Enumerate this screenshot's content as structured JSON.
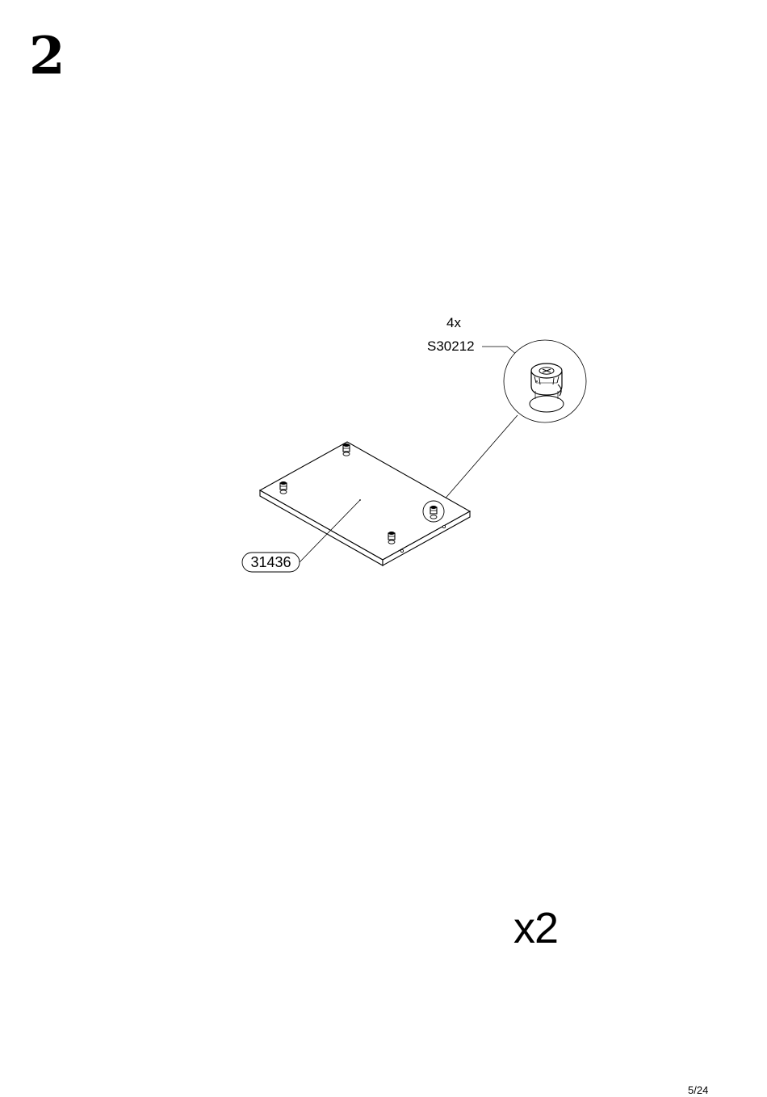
{
  "step": {
    "number": "2"
  },
  "hardware": {
    "quantity": "4x",
    "part_code": "S30212",
    "icon": "cam-lock-fitting-icon"
  },
  "panel": {
    "part_code": "31436",
    "icon": "panel-board-icon"
  },
  "multiplier": "x2",
  "page": {
    "number": "5/24"
  },
  "colors": {
    "ink": "#000000",
    "paper": "#ffffff"
  }
}
